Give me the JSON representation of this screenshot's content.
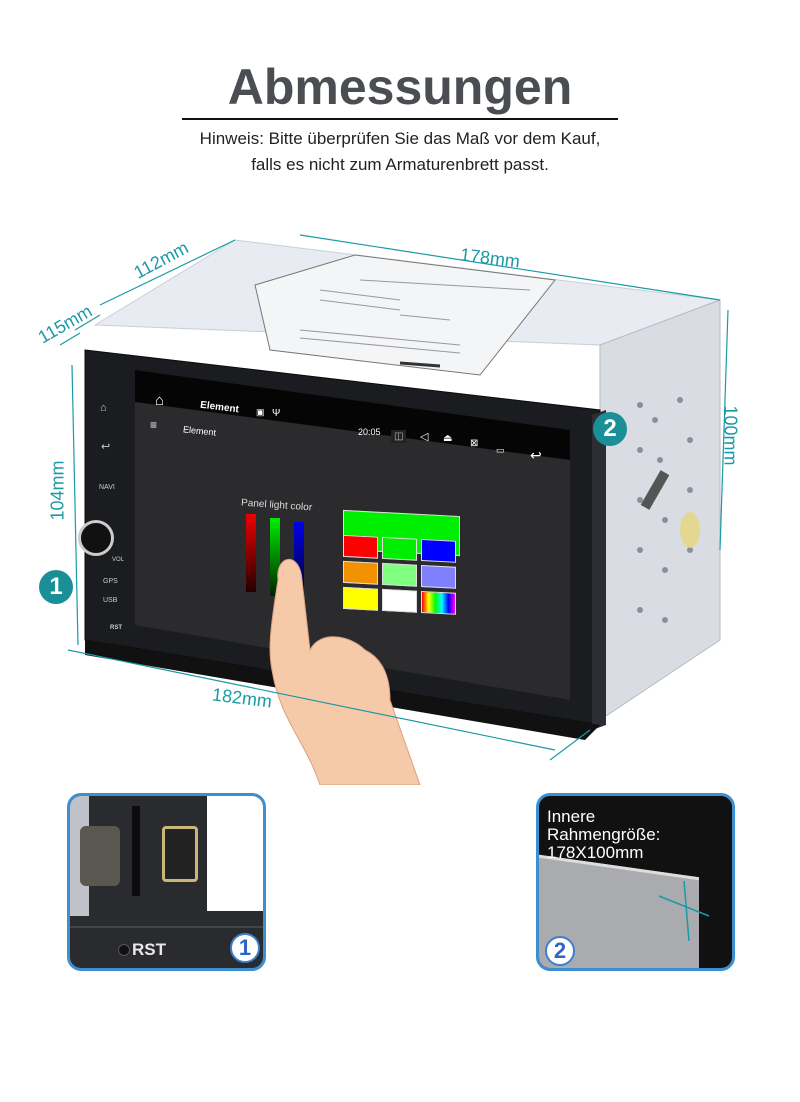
{
  "header": {
    "title": "Abmessungen",
    "note_line1": "Hinweis: Bitte überprüfen Sie das Maß vor dem Kauf,",
    "note_line2": "falls es nicht zum Armaturenbrett passt."
  },
  "dimensions": {
    "depth_top": "112mm",
    "depth_side": "115mm",
    "width_back": "178mm",
    "height_back": "100mm",
    "height_front": "104mm",
    "width_front": "182mm"
  },
  "device": {
    "side_buttons": [
      "NAVI",
      "VOL",
      "GPS",
      "USB",
      "RST"
    ],
    "statusbar": {
      "title": "Element",
      "time": "20:05"
    },
    "appbar": {
      "title": "Element"
    },
    "panel_label": "Panel light color",
    "slider_values": {
      "red": 0.0,
      "green": 1.0,
      "blue": 0.0
    },
    "swatches": [
      "#ff0000",
      "#00ee00",
      "#0000ff",
      "#f39200",
      "#80ff80",
      "#8080ff",
      "#ffff00",
      "#ffffff",
      "rainbow"
    ],
    "selected_color": "#00ee00"
  },
  "callouts": {
    "badge1": "1",
    "badge2": "2"
  },
  "inset1": {
    "label": "RST",
    "badge": "1"
  },
  "inset2": {
    "line1": "Innere",
    "line2": "Rahmengröße:",
    "line3": "178X100mm",
    "badge": "2"
  },
  "colors": {
    "dimension": "#1a9aa6",
    "badge_teal": "#1b8f98",
    "inset_border": "#3d8fd0"
  }
}
